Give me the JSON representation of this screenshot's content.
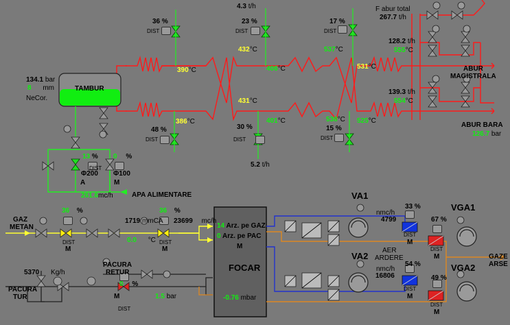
{
  "colors": {
    "background": "#7a7a7a",
    "steam_line": "#ff1a1a",
    "water_line": "#22ee22",
    "gas_line": "#ffff33",
    "flue_line": "#dd8822",
    "air_line": "#2233cc",
    "valve_open": "#22dd22",
    "valve_gas": "#ffee11",
    "valve_oil": "#dd2222",
    "fan_blue": "#1133dd",
    "fan_red": "#dd2222"
  },
  "tambur": {
    "label": "TAMBUR",
    "pressure": "134.1",
    "pressure_unit": "bar",
    "level": "8",
    "level_unit": "mm",
    "mode": "NeCor."
  },
  "steam": {
    "total_label": "F abur total",
    "total_value": "267.7",
    "total_unit": "t/h",
    "upper_flow": "128.2",
    "upper_flow_unit": "t/h",
    "upper_temp": "555",
    "lower_flow": "139.3",
    "lower_flow_unit": "t/h",
    "lower_temp": "554",
    "magistrala_label_1": "ABUR",
    "magistrala_label_2": "MAGISTRALA",
    "bara_label": "ABUR BARA",
    "bara_value": "126.7",
    "bara_unit": "bar"
  },
  "injections": [
    {
      "id": "inj1",
      "percent": "36",
      "pct_unit": "%",
      "dist": "DIST"
    },
    {
      "id": "inj2",
      "percent": "23",
      "pct_unit": "%",
      "dist": "DIST",
      "flow": "4.3",
      "flow_unit": "t/h"
    },
    {
      "id": "inj3",
      "percent": "17",
      "pct_unit": "%",
      "dist": "DIST"
    },
    {
      "id": "inj4",
      "percent": "48",
      "pct_unit": "%",
      "dist": "DIST"
    },
    {
      "id": "inj5",
      "percent": "30",
      "pct_unit": "%",
      "dist": "DIST",
      "flow": "5.2",
      "flow_unit": "t/h"
    },
    {
      "id": "inj6",
      "percent": "15",
      "pct_unit": "%",
      "dist": "DIST"
    }
  ],
  "temps": {
    "unit": "°C",
    "t390": "390",
    "t386": "386",
    "t432": "432",
    "t406": "406",
    "t431": "431",
    "t401": "401",
    "t537": "537",
    "t531": "531",
    "t538": "538",
    "t525": "525"
  },
  "feedwater": {
    "valve1_percent": "13",
    "valve1_name": "Φ200",
    "valve1_mode": "A",
    "valve2_percent": "0",
    "valve2_name": "Φ100",
    "valve2_mode": "M",
    "pct_unit": "%",
    "dist": "DIST",
    "flow": "261.6",
    "flow_unit": "mc/h",
    "label": "APA ALIMENTARE"
  },
  "gas": {
    "label_1": "GAZ",
    "label_2": "METAN",
    "valve1_percent": "36",
    "valve2_percent": "36",
    "pct_unit": "%",
    "dist": "DIST",
    "mode": "M",
    "pressure": "1719",
    "pressure_unit": "mmCA",
    "flow": "23699",
    "flow_unit": "mc/h",
    "temp": "0.0",
    "temp_unit": "°C"
  },
  "oil": {
    "retur_label_1": "PACURA",
    "retur_label_2": "RETUR",
    "tur_label_1": "PACURA",
    "tur_label_2": "TUR",
    "flow": "5370",
    "flow_unit": "Kg/h",
    "valve_percent": "0",
    "pct_unit": "%",
    "pressure": "1.5",
    "pressure_unit": "bar",
    "dist": "DIST",
    "mode": "M"
  },
  "focar": {
    "title": "FOCAR",
    "gaz_count": "14",
    "gaz_label": "Arz. pe GAZ",
    "pac_count": "0",
    "pac_label": "Arz. pe PAC",
    "mode": "M",
    "pressure": "-0.76",
    "pressure_unit": "mbar"
  },
  "air": {
    "va1_label": "VA1",
    "va2_label": "VA2",
    "aer_label_1": "AER",
    "aer_label_2": "ARDERE",
    "flow_unit": "nmc/h",
    "va1_flow": "4799",
    "va2_flow": "16806",
    "va1_percent": "33",
    "va2_percent": "54",
    "pct_unit": "%",
    "dist": "DIST",
    "mode": "M"
  },
  "flue": {
    "vga1_label": "VGA1",
    "vga2_label": "VGA2",
    "vga1_percent": "67",
    "vga2_percent": "49",
    "pct_unit": "%",
    "dist": "DIST",
    "mode": "M",
    "gaze_label_1": "GAZE",
    "gaze_label_2": "ARSE"
  }
}
